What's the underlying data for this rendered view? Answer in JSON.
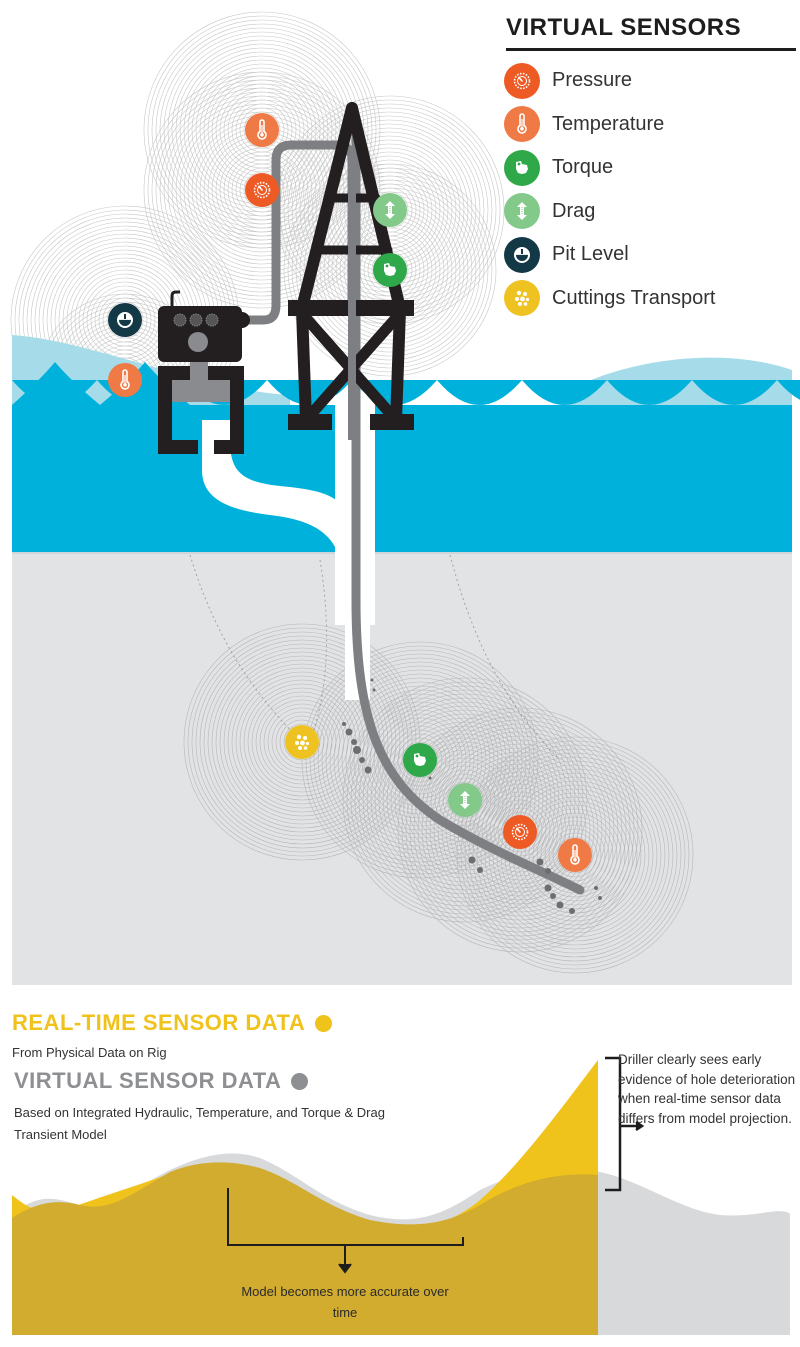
{
  "legend": {
    "title": "VIRTUAL SENSORS",
    "items": [
      {
        "label": "Pressure",
        "icon": "pressure-gauge-icon",
        "color": "#ee5a24"
      },
      {
        "label": "Temperature",
        "icon": "thermometer-icon",
        "color": "#f07a45"
      },
      {
        "label": "Torque",
        "icon": "torque-icon",
        "color": "#2fa84a"
      },
      {
        "label": "Drag",
        "icon": "drag-arrows-icon",
        "color": "#82c98a"
      },
      {
        "label": "Pit Level",
        "icon": "pit-level-icon",
        "color": "#133846"
      },
      {
        "label": "Cuttings Transport",
        "icon": "cuttings-icon",
        "color": "#eec321"
      }
    ]
  },
  "colors": {
    "water": "#00b1dc",
    "water_light": "#a6dcea",
    "ground": "#e2e3e5",
    "rig": "#231f20",
    "pipe": "#7e7f82",
    "realtime": "#f0c21c",
    "realtime_fill": "#d1ac2f",
    "virtual": "#8e8f92",
    "virtual_fill": "#d8d9db"
  },
  "realtime": {
    "title": "REAL-TIME SENSOR DATA",
    "subtitle": "From Physical Data on Rig"
  },
  "virtual": {
    "title": "VIRTUAL SENSOR DATA",
    "subtitle": "Based on Integrated Hydraulic, Temperature, and Torque & Drag Transient Model"
  },
  "annotations": {
    "right_note": "Driller clearly sees early evidence of hole deterioration when real-time sensor data differs from model projection.",
    "bottom_note": "Model becomes more accurate over time"
  },
  "diagram_sensors": [
    {
      "icon": "thermometer-icon",
      "color": "#f07a45",
      "location": "surface-above-pump"
    },
    {
      "icon": "pressure-gauge-icon",
      "color": "#ee5a24",
      "location": "surface-pump-line"
    },
    {
      "icon": "drag-arrows-icon",
      "color": "#82c98a",
      "location": "derrick-upper"
    },
    {
      "icon": "torque-icon",
      "color": "#2fa84a",
      "location": "derrick-middle"
    },
    {
      "icon": "pit-level-icon",
      "color": "#133846",
      "location": "mud-pit"
    },
    {
      "icon": "thermometer-icon",
      "color": "#f07a45",
      "location": "mud-pit-return"
    },
    {
      "icon": "cuttings-icon",
      "color": "#eec321",
      "location": "downhole-annulus"
    },
    {
      "icon": "torque-icon",
      "color": "#2fa84a",
      "location": "downhole-bend"
    },
    {
      "icon": "drag-arrows-icon",
      "color": "#82c98a",
      "location": "downhole-lateral"
    },
    {
      "icon": "pressure-gauge-icon",
      "color": "#ee5a24",
      "location": "downhole-near-bit"
    },
    {
      "icon": "thermometer-icon",
      "color": "#f07a45",
      "location": "downhole-bit"
    }
  ]
}
